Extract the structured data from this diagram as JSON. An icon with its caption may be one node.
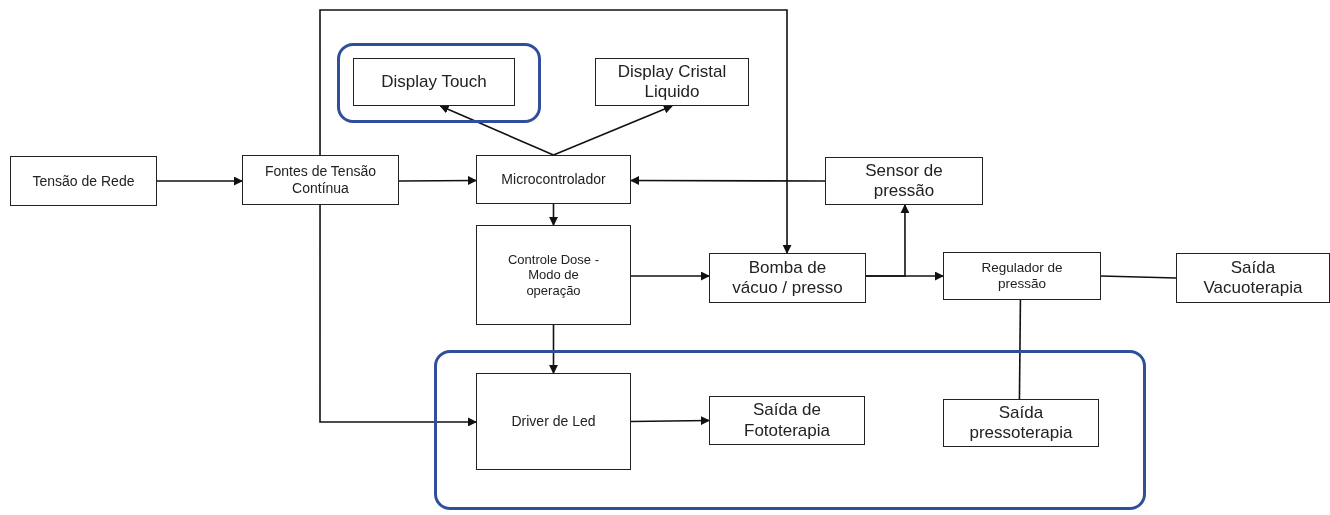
{
  "diagram": {
    "nodes": [
      {
        "text": [
          "Tensão de Rede"
        ]
      },
      {
        "text": [
          "Fontes de Tensão Contínua"
        ]
      },
      {
        "text": [],
        "shape": "box"
      },
      {
        "text": [
          "Display Touch"
        ],
        "in": 2
      },
      {
        "text": [
          "Display Cristal Liquido"
        ]
      },
      {
        "text": [
          "Microcontrolador"
        ]
      },
      {
        "text": [
          "Sensor de pressão"
        ]
      },
      {
        "text": [
          "Controle Dose - Modo de operação"
        ]
      },
      {
        "text": [
          "Bomba de vácuo / presso"
        ]
      },
      {
        "text": [
          "Regulador de pressão"
        ]
      },
      {
        "text": [
          "Saída Vacuoterapia"
        ]
      },
      {
        "text": [],
        "shape": "box"
      },
      {
        "text": [
          "Driver de Led"
        ],
        "in": 11
      },
      {
        "text": [
          "Saída de Fototerapia"
        ],
        "in": 11
      },
      {
        "text": [
          "Saída pressoterapia"
        ],
        "in": 11
      }
    ],
    "edges": [
      {
        "from": 0,
        "to": 1,
        "arrow": "to"
      },
      {
        "from": 1,
        "to": 5,
        "arrow": "to"
      },
      {
        "from": 1,
        "to": 8,
        "arrow": "to"
      },
      {
        "from": 1,
        "to": 12,
        "arrow": "to"
      },
      {
        "from": 5,
        "to": 3,
        "arrow": "to"
      },
      {
        "from": 5,
        "to": 4,
        "arrow": "to"
      },
      {
        "from": 6,
        "to": 5,
        "arrow": "to"
      },
      {
        "from": 5,
        "to": 7,
        "arrow": "to"
      },
      {
        "from": 7,
        "to": 8,
        "arrow": "to"
      },
      {
        "from": 7,
        "to": 12,
        "arrow": "to"
      },
      {
        "from": 8,
        "to": 9,
        "arrow": "to"
      },
      {
        "from": 8,
        "to": 6,
        "arrow": "to"
      },
      {
        "from": 9,
        "to": 10,
        "arrow": "none"
      },
      {
        "from": 9,
        "to": 14,
        "arrow": "none"
      },
      {
        "from": 12,
        "to": 13,
        "arrow": "to"
      }
    ]
  }
}
